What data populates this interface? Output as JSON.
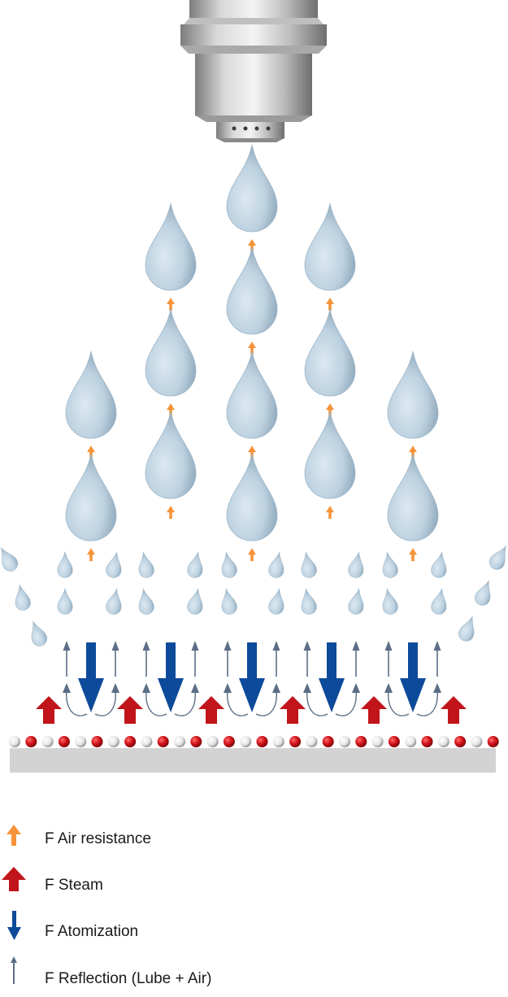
{
  "colors": {
    "air_resistance": "#f5943a",
    "steam": "#c1151b",
    "atomization": "#0d4a9a",
    "reflection": "#5a6e85",
    "droplet": "#b9cfdf",
    "surface": "#d3d3d3",
    "particle_red": "#d4141b",
    "particle_white": "#f2f2f2"
  },
  "icons": {
    "nozzle": "spray-nozzle-icon",
    "droplet": "droplet-icon"
  },
  "legend": [
    {
      "key": "air_resistance",
      "label": "F Air resistance",
      "icon": "orange-up-arrow-icon"
    },
    {
      "key": "steam",
      "label": "F Steam",
      "icon": "red-up-arrow-icon"
    },
    {
      "key": "atomization",
      "label": "F Atomization",
      "icon": "blue-down-arrow-icon"
    },
    {
      "key": "reflection",
      "label": "F Reflection (Lube + Air)",
      "icon": "gray-up-arrow-icon"
    }
  ]
}
